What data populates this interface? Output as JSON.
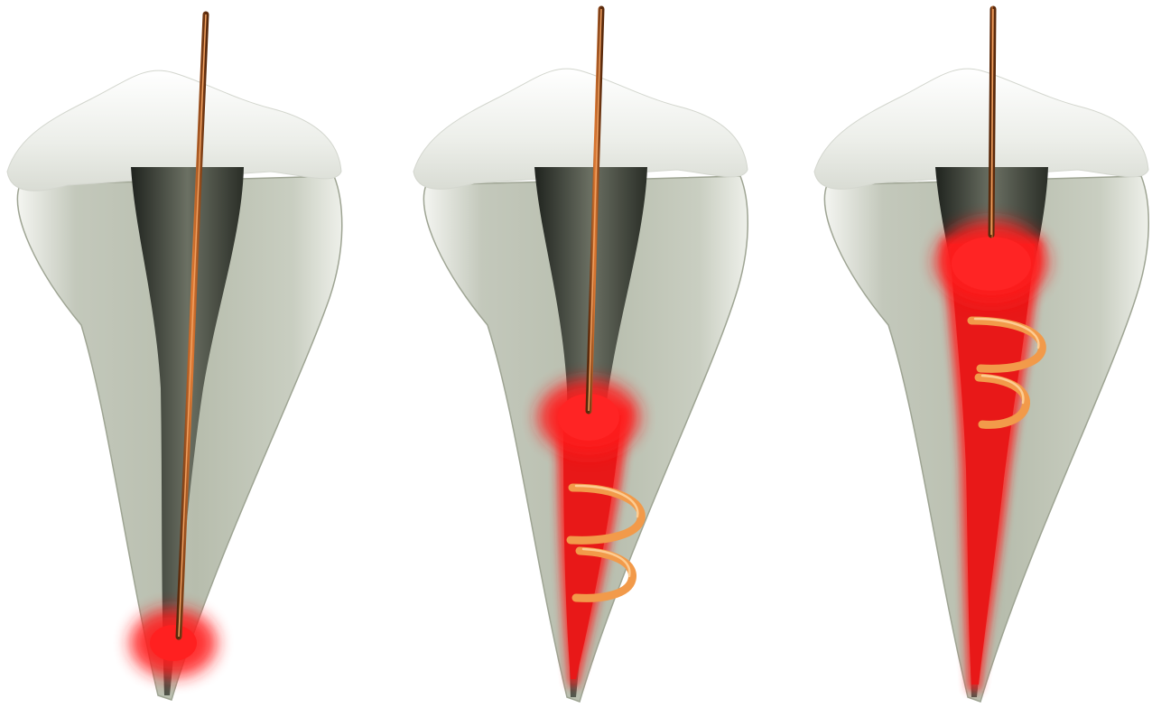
{
  "figure": {
    "background": "#ffffff",
    "crown_color": "#f3f4f1",
    "root_color": "#c9cec2",
    "canal_color": "#3b3f38",
    "fiber_color": "#b8561e",
    "laser_color": "#ff1a1a",
    "helix_color": "#f29a4a"
  },
  "teeth": [
    {
      "stage": 1,
      "laser_zone": "apex",
      "helix_turns": 0
    },
    {
      "stage": 2,
      "laser_zone": "mid-canal",
      "helix_turns": 2
    },
    {
      "stage": 3,
      "laser_zone": "coronal",
      "helix_turns": 2
    }
  ]
}
